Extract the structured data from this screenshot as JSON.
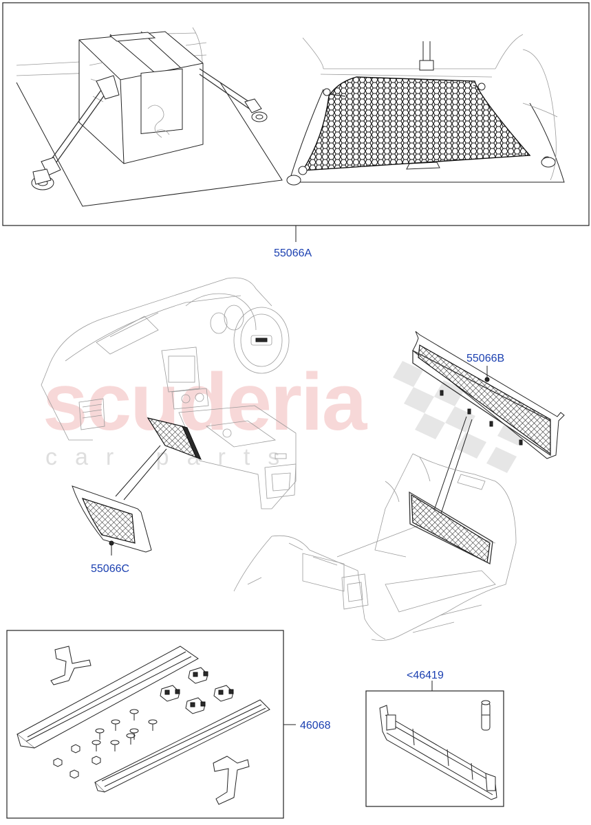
{
  "callouts": {
    "a": "55066A",
    "b": "55066B",
    "c": "55066C",
    "d": "46068",
    "e": "<46419"
  },
  "watermark": {
    "brand": "scuderia",
    "sub": "car parts"
  },
  "colors": {
    "callout_text": "#1a3fb0",
    "watermark_red": "#f2b9b9",
    "line": "#222222"
  }
}
